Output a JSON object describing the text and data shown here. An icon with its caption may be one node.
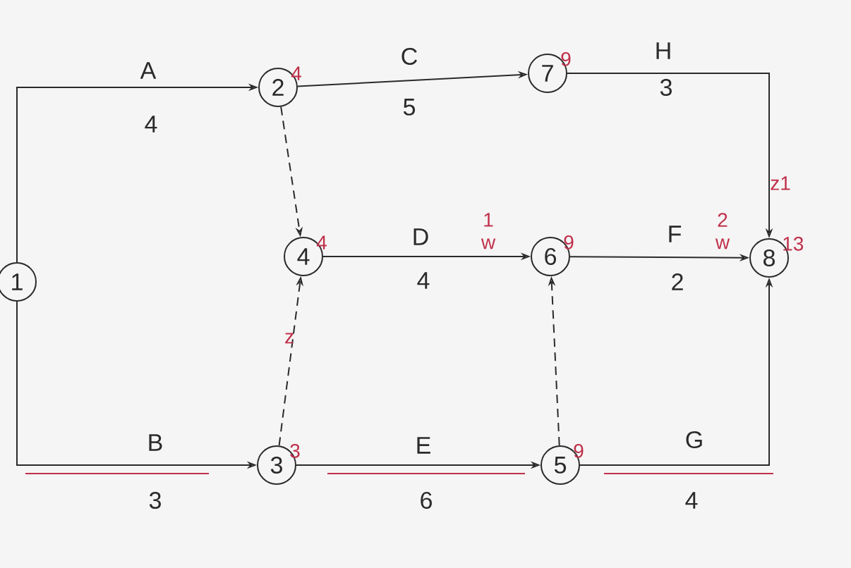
{
  "diagram": {
    "nodes": [
      {
        "text": [
          "1"
        ]
      },
      {
        "text": [
          "2"
        ],
        "beside": [
          "4"
        ]
      },
      {
        "text": [
          "7"
        ],
        "beside": [
          "9"
        ]
      },
      {
        "text": [
          "4"
        ],
        "beside": [
          "4"
        ]
      },
      {
        "text": [
          "6"
        ],
        "beside": [
          "9"
        ]
      },
      {
        "text": [
          "8"
        ],
        "beside": [
          "13"
        ]
      },
      {
        "text": [
          "3"
        ],
        "beside": [
          "3"
        ]
      },
      {
        "text": [
          "5"
        ],
        "beside": [
          "9"
        ]
      }
    ],
    "edges": [
      {
        "from": 0,
        "to": 1,
        "arrow": "to",
        "label": "A"
      },
      {
        "from": 1,
        "to": 2,
        "arrow": "to",
        "label": "C"
      },
      {
        "from": 2,
        "to": 5,
        "arrow": "to",
        "label": "H"
      },
      {
        "from": 1,
        "to": 3,
        "arrow": "to",
        "style": "dashed"
      },
      {
        "from": 3,
        "to": 4,
        "arrow": "to",
        "label": "D"
      },
      {
        "from": 4,
        "to": 5,
        "arrow": "to",
        "label": "F"
      },
      {
        "from": 0,
        "to": 6,
        "arrow": "to",
        "label": "B"
      },
      {
        "from": 6,
        "to": 3,
        "arrow": "to",
        "style": "dashed"
      },
      {
        "from": 6,
        "to": 7,
        "arrow": "to",
        "label": "E"
      },
      {
        "from": 7,
        "to": 4,
        "arrow": "to",
        "style": "dashed"
      },
      {
        "from": 7,
        "to": 5,
        "arrow": "to",
        "label": "G"
      }
    ],
    "labels": [
      "4",
      "5",
      "3",
      "z1",
      "1",
      "w",
      "4",
      "2",
      "2",
      "w",
      "z",
      "3",
      "6",
      "4"
    ]
  }
}
